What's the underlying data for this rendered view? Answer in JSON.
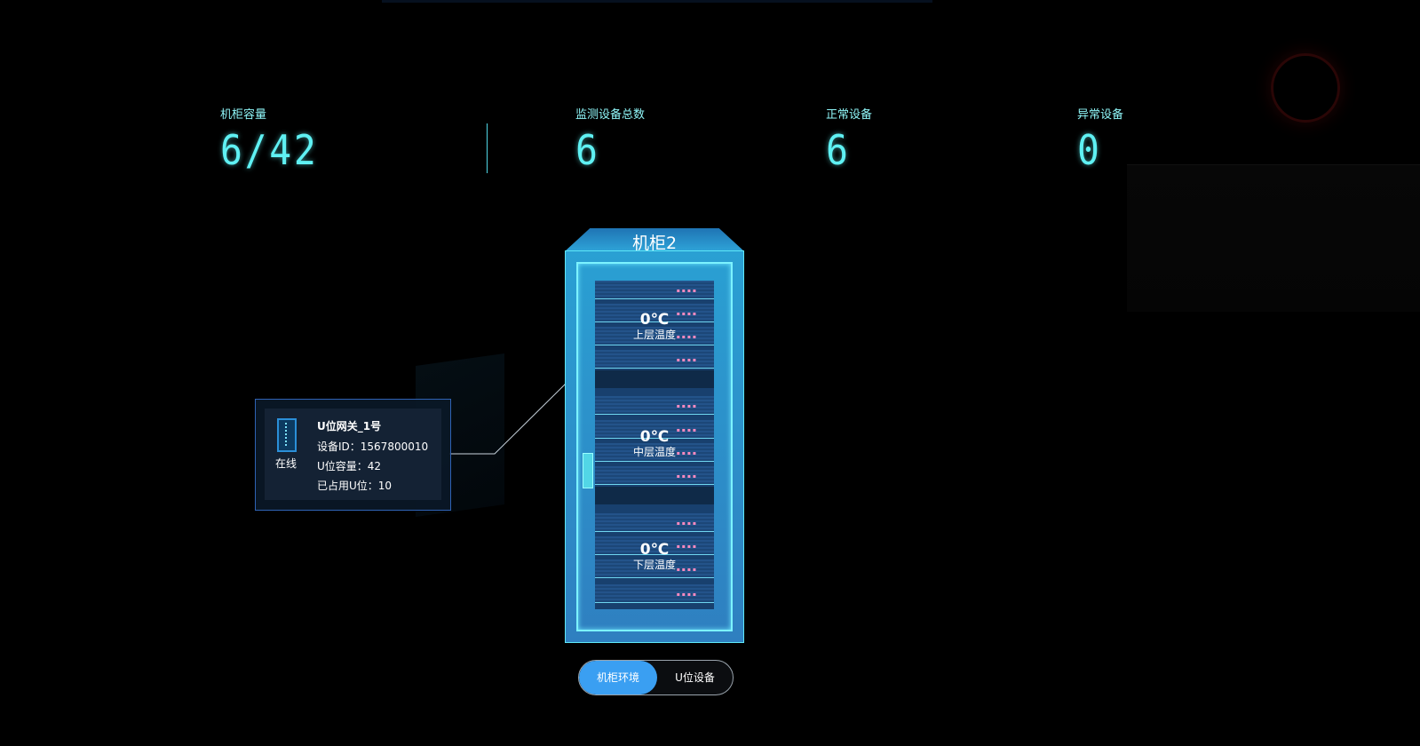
{
  "stats": [
    {
      "label": "机柜容量",
      "value": "6/42"
    },
    {
      "label": "监测设备总数",
      "value": "6"
    },
    {
      "label": "正常设备",
      "value": "6"
    },
    {
      "label": "异常设备",
      "value": "0"
    }
  ],
  "cabinet": {
    "title": "机柜2",
    "temps": [
      {
        "value": "0℃",
        "label": "上层温度"
      },
      {
        "value": "0℃",
        "label": "中层温度"
      },
      {
        "value": "0℃",
        "label": "下层温度"
      }
    ]
  },
  "device": {
    "status": "在线",
    "name": "U位网关_1号",
    "id_line": "设备ID：1567800010",
    "capacity_line": "U位容量：42",
    "used_line": "已占用U位：10"
  },
  "toggle": {
    "env": "机柜环境",
    "u": "U位设备"
  },
  "colors": {
    "accent": "#5ff1f3",
    "cabinet": "#2aa0d3",
    "button": "#3a9ff2"
  }
}
